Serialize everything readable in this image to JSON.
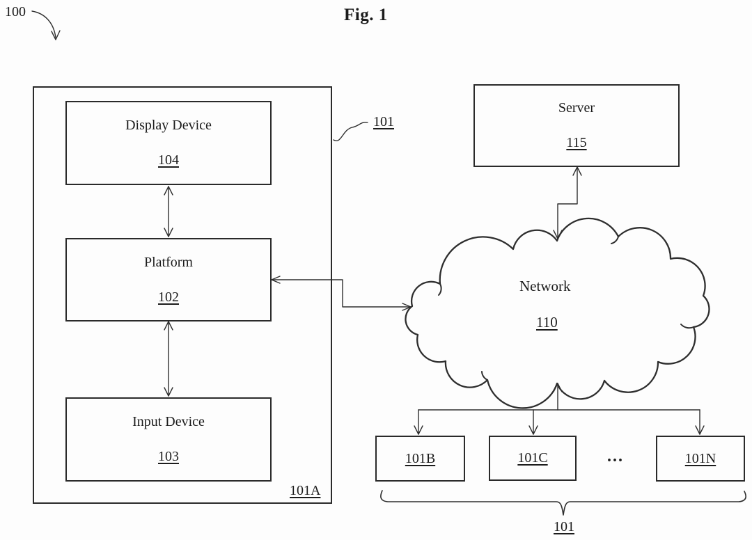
{
  "figure": {
    "title": "Fig. 1",
    "system_ref": "100",
    "client_group_ref": "101",
    "client_box_ref": "101A",
    "ellipsis": "...",
    "group_ref": "101"
  },
  "client_device": {
    "display": {
      "label": "Display Device",
      "ref": "104"
    },
    "platform": {
      "label": "Platform",
      "ref": "102"
    },
    "input": {
      "label": "Input Device",
      "ref": "103"
    }
  },
  "server": {
    "label": "Server",
    "ref": "115"
  },
  "network": {
    "label": "Network",
    "ref": "110"
  },
  "devices": [
    {
      "ref": "101B"
    },
    {
      "ref": "101C"
    },
    {
      "ref": "101N"
    }
  ],
  "colors": {
    "line": "#2e2e2e",
    "text": "#1c1c1c",
    "background": "#fdfdfd"
  }
}
